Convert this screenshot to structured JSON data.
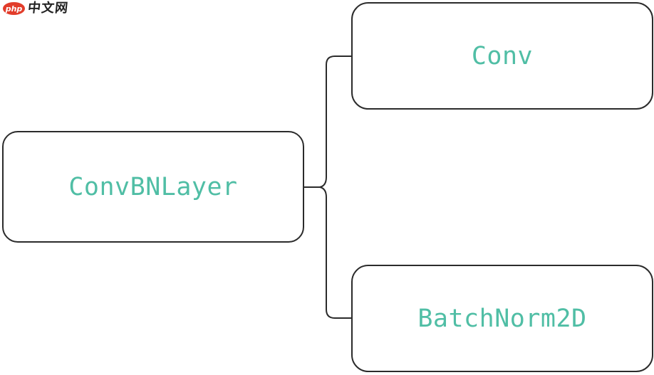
{
  "logo": {
    "badge_text": "php",
    "site_text": "中文网"
  },
  "diagram": {
    "root": {
      "label": "ConvBNLayer"
    },
    "children": [
      {
        "label": "Conv"
      },
      {
        "label": "BatchNorm2D"
      }
    ]
  },
  "colors": {
    "node-text": "#50bea5",
    "node-border": "#2b2b2b",
    "connector": "#2b2b2b",
    "logo-badge": "#e23c2a",
    "logo-text": "#222222",
    "background": "#ffffff"
  }
}
